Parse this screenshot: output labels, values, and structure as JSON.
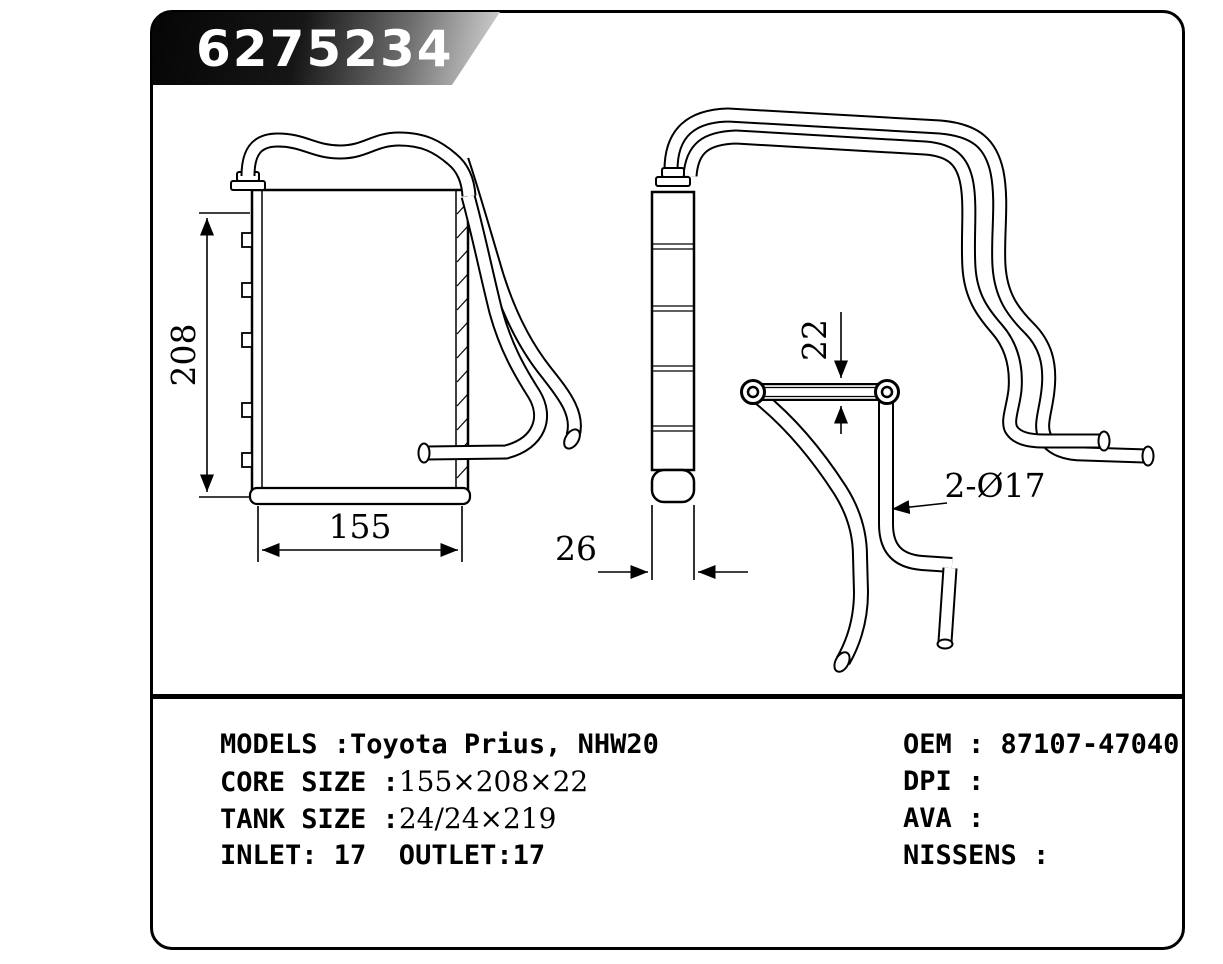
{
  "badge": {
    "part_number": "6275234"
  },
  "drawing": {
    "dim_height": "208",
    "dim_width": "155",
    "dim_depth": "26",
    "dim_pipe_gap": "22",
    "dim_pipe_diameter": "2-Ø17"
  },
  "specs": {
    "left": [
      {
        "label": "MODELS :",
        "value": "Toyota Prius, NHW20"
      },
      {
        "label": "CORE SIZE :",
        "value": "155×208×22"
      },
      {
        "label": "TANK SIZE :",
        "value": "24/24×219"
      },
      {
        "label": "INLET: 17  OUTLET:17",
        "value": ""
      }
    ],
    "right": [
      {
        "label": "OEM : ",
        "value": "87107-47040"
      },
      {
        "label": "DPI :",
        "value": ""
      },
      {
        "label": "AVA :",
        "value": ""
      },
      {
        "label": "NISSENS :",
        "value": ""
      }
    ]
  }
}
